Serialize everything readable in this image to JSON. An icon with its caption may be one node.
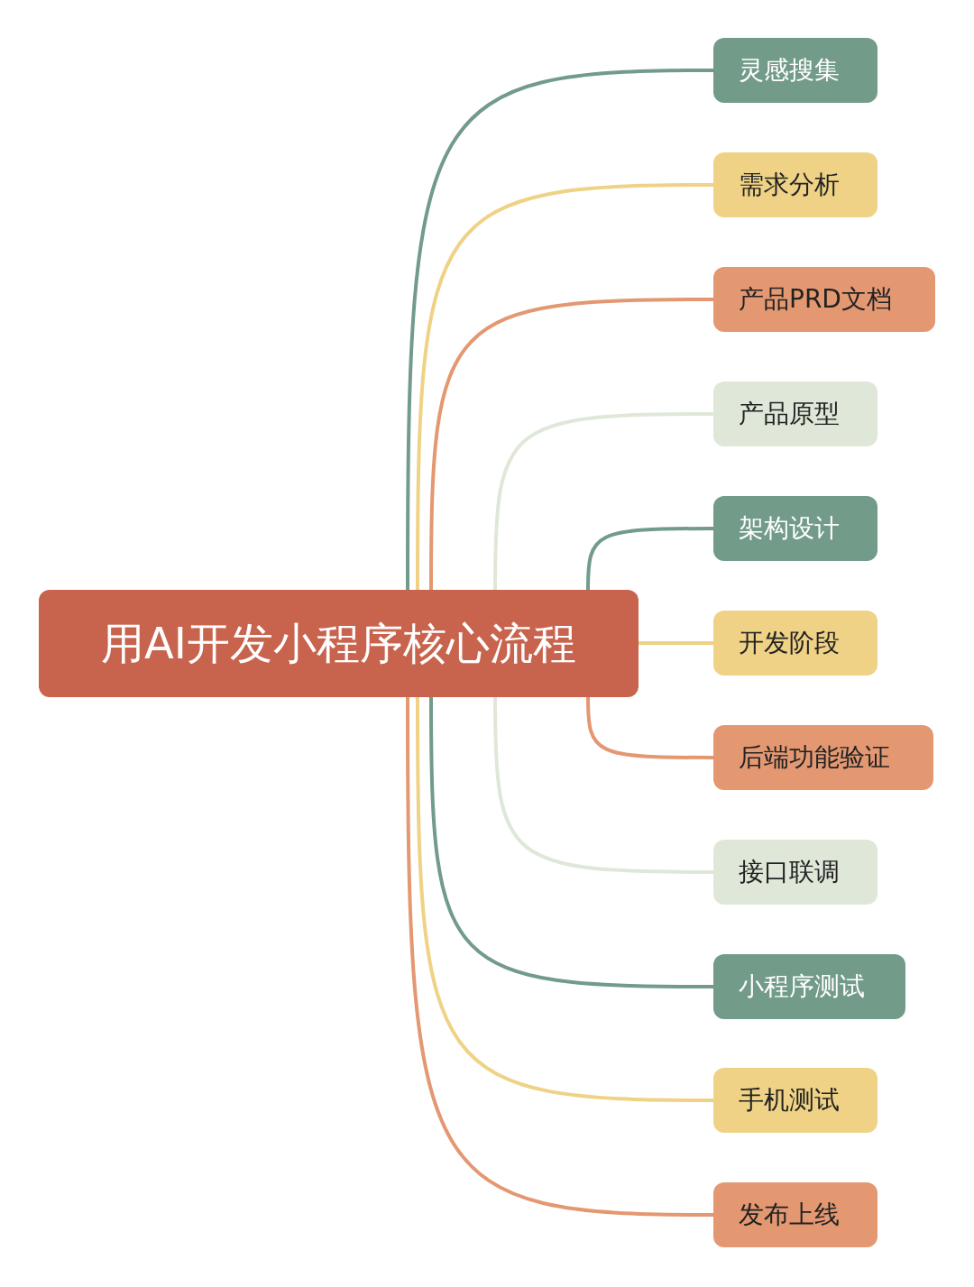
{
  "diagram": {
    "nodes": [
      {
        "text": [
          "用AI开发小程序核心流程"
        ]
      },
      {
        "text": [
          "灵感搜集"
        ]
      },
      {
        "text": [
          "需求分析"
        ]
      },
      {
        "text": [
          "产品PRD文档"
        ]
      },
      {
        "text": [
          "产品原型"
        ]
      },
      {
        "text": [
          "架构设计"
        ]
      },
      {
        "text": [
          "开发阶段"
        ]
      },
      {
        "text": [
          "后端功能验证"
        ]
      },
      {
        "text": [
          "接口联调"
        ]
      },
      {
        "text": [
          "小程序测试"
        ]
      },
      {
        "text": [
          "手机测试"
        ]
      },
      {
        "text": [
          "发布上线"
        ]
      }
    ],
    "edges": [
      {
        "from": 0,
        "to": 1,
        "arrow": "none",
        "color": "#729b8a"
      },
      {
        "from": 0,
        "to": 2,
        "arrow": "none",
        "color": "#efd285"
      },
      {
        "from": 0,
        "to": 3,
        "arrow": "none",
        "color": "#e39872"
      },
      {
        "from": 0,
        "to": 4,
        "arrow": "none",
        "color": "#dfe8d8"
      },
      {
        "from": 0,
        "to": 5,
        "arrow": "none",
        "color": "#729b8a"
      },
      {
        "from": 0,
        "to": 6,
        "arrow": "none",
        "color": "#efd285"
      },
      {
        "from": 0,
        "to": 7,
        "arrow": "none",
        "color": "#e39872"
      },
      {
        "from": 0,
        "to": 8,
        "arrow": "none",
        "color": "#dfe8d8"
      },
      {
        "from": 0,
        "to": 9,
        "arrow": "none",
        "color": "#729b8a"
      },
      {
        "from": 0,
        "to": 10,
        "arrow": "none",
        "color": "#efd285"
      },
      {
        "from": 0,
        "to": 11,
        "arrow": "none",
        "color": "#e39872"
      }
    ]
  }
}
